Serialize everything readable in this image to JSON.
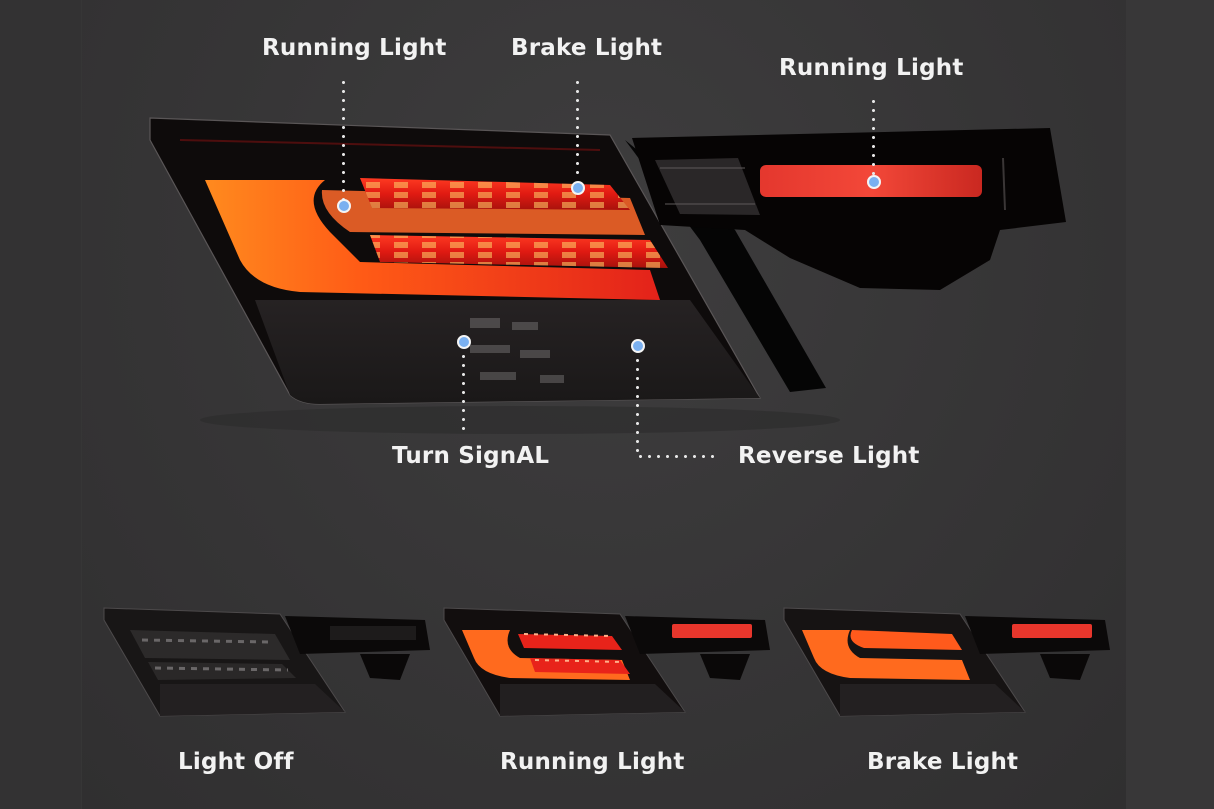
{
  "hero": {
    "callouts": [
      {
        "id": "running-light-left",
        "label": "Running Light"
      },
      {
        "id": "brake-light",
        "label": "Brake Light"
      },
      {
        "id": "running-light-right",
        "label": "Running Light"
      },
      {
        "id": "turn-signal",
        "label": "Turn SignAL"
      },
      {
        "id": "reverse-light",
        "label": "Reverse Light"
      }
    ]
  },
  "variants": [
    {
      "label": "Light Off",
      "state": "off"
    },
    {
      "label": "Running Light",
      "state": "running"
    },
    {
      "label": "Brake Light",
      "state": "brake"
    }
  ],
  "colors": {
    "background": "#383738",
    "pin": "#7ab0f0",
    "lamp_red": "#e8231a",
    "lamp_orange": "#ff7a1a",
    "housing": "#0d0b0b",
    "text": "#f2f2f2"
  }
}
